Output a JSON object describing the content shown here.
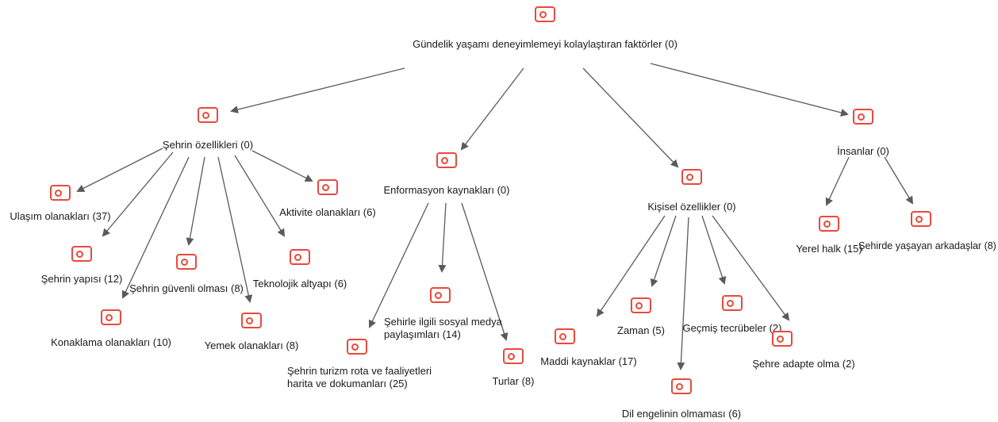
{
  "colors": {
    "icon": "#e84a3c",
    "edge": "#5a5a5a",
    "text": "#1a1a1a"
  },
  "icon_name": "code-node-icon",
  "nodes": {
    "root": {
      "label": "Gündelik yaşamı deneyimlemeyi kolaylaştıran faktörler (0)"
    },
    "sehir": {
      "label": "Şehrin özellikleri (0)"
    },
    "enform": {
      "label": "Enformasyon kaynakları (0)"
    },
    "kisisel": {
      "label": "Kişisel özellikler (0)"
    },
    "insanlar": {
      "label": "İnsanlar (0)"
    },
    "ulasim": {
      "label": "Ulaşım olanakları (37)"
    },
    "aktivite": {
      "label": "Aktivite olanakları (6)"
    },
    "yapisi": {
      "label": "Şehrin yapısı (12)"
    },
    "guvenli": {
      "label": "Şehrin güvenli olması (8)"
    },
    "teknoloji": {
      "label": "Teknolojik altyapı (6)"
    },
    "konaklama": {
      "label": "Konaklama olanakları (10)"
    },
    "yemek": {
      "label": "Yemek olanakları (8)"
    },
    "sosyal": {
      "label1": "Şehirle ilgili sosyal medya",
      "label2": "paylaşımları (14)"
    },
    "turizm": {
      "label1": "Şehrin turizm rota ve faaliyetleri",
      "label2": "harita ve dokumanları (25)"
    },
    "turlar": {
      "label": "Turlar (8)"
    },
    "zaman": {
      "label": "Zaman (5)"
    },
    "gecmis": {
      "label": "Geçmiş tecrübeler (2)"
    },
    "maddi": {
      "label": "Maddi kaynaklar (17)"
    },
    "adapte": {
      "label": "Şehre adapte olma (2)"
    },
    "dil": {
      "label": "Dil engelinin olmaması (6)"
    },
    "yerel": {
      "label": "Yerel halk (15)"
    },
    "arkadas": {
      "label": "Şehirde yaşayan arkadaşlar (8)"
    }
  }
}
